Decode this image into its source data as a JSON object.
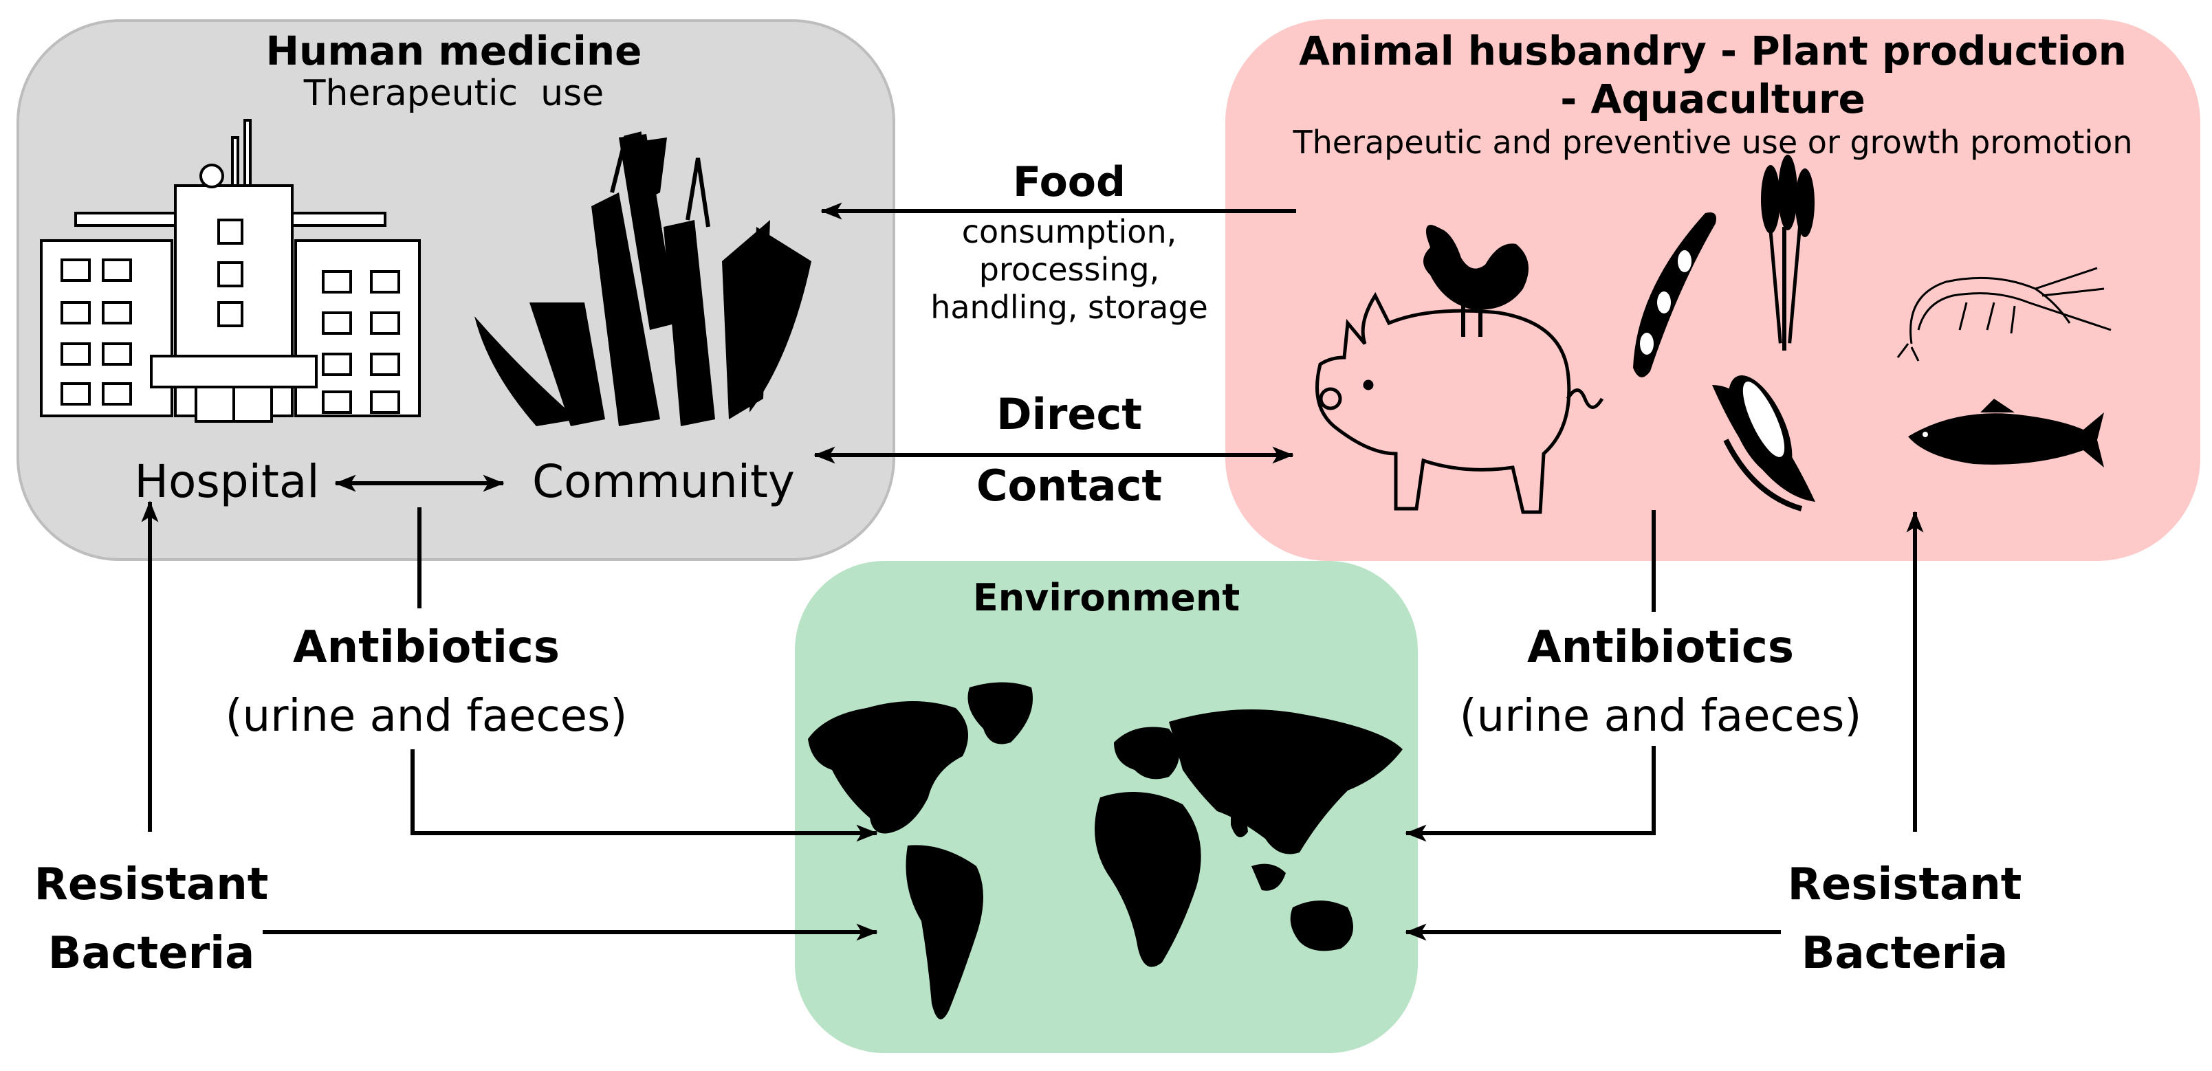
{
  "human_medicine": {
    "title": "Human medicine",
    "subtitle": "Therapeutic  use",
    "hospital_label": "Hospital",
    "community_label": "Community"
  },
  "animal": {
    "title_line1": "Animal husbandry - Plant production",
    "title_line2": "- Aquaculture",
    "subtitle": "Therapeutic and preventive use or growth promotion"
  },
  "food": {
    "title": "Food",
    "line1": "consumption,",
    "line2": "processing,",
    "line3": "handling, storage"
  },
  "direct_contact": {
    "line1": "Direct",
    "line2": "Contact"
  },
  "environment": {
    "title": "Environment"
  },
  "antibiotics_left": {
    "title": "Antibiotics",
    "sub": "(urine and faeces)"
  },
  "antibiotics_right": {
    "title": "Antibiotics",
    "sub": "(urine and faeces)"
  },
  "resistant_left": {
    "line1": "Resistant",
    "line2": "Bacteria"
  },
  "resistant_right": {
    "line1": "Resistant",
    "line2": "Bacteria"
  },
  "colors": {
    "human_box": "#d9d9d9",
    "animal_box": "#fdc9c9",
    "environment_box": "#b9e3c7"
  }
}
